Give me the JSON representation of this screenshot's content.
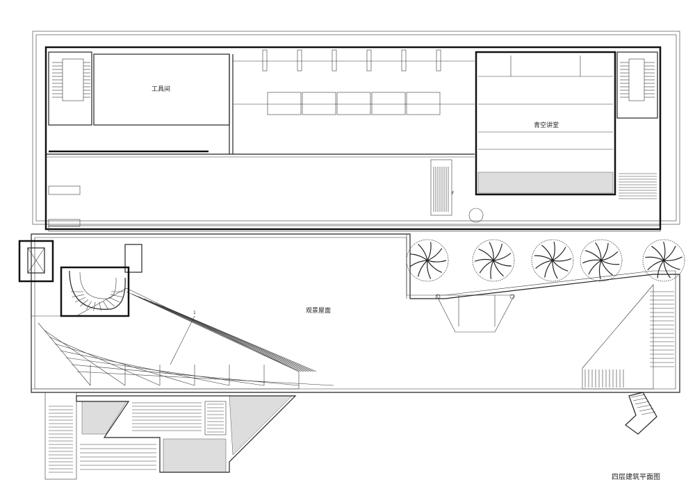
{
  "drawing": {
    "title": "四层建筑平面图",
    "rooms": {
      "tool_room": "工具间",
      "lecture_hall": "青空讲堂",
      "viewing_roof": "观景屋面"
    },
    "marks": {
      "stair_mark": "F",
      "slope_mark": "1"
    },
    "tree_count": 5,
    "colors": {
      "line": "#222222",
      "background": "#ffffff",
      "hatch": "#dddddd"
    }
  }
}
